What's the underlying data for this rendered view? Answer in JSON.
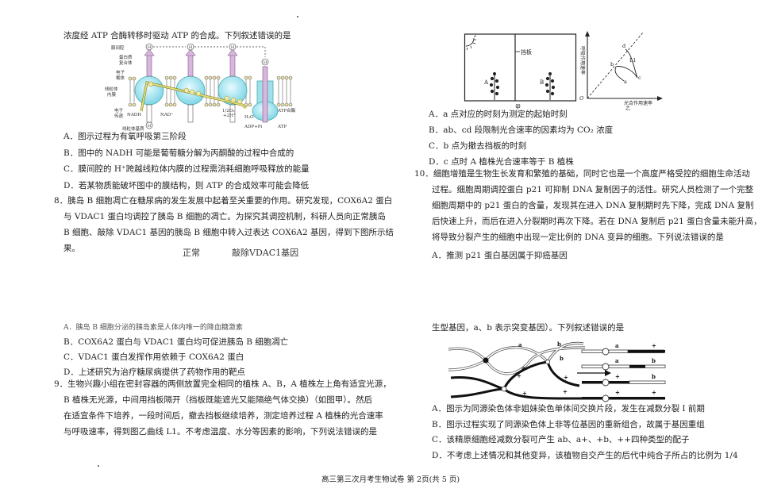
{
  "page": {
    "footer": "高三第三次月考生物试卷   第 2页(共 5 页)"
  },
  "left": {
    "q7_tail": "浓度经 ATP 合酶转移时驱动 ATP 的合成。下列叙述错误的是",
    "fig7": {
      "labels": {
        "intermembrane": "膜间腔",
        "protein_complex_1": "蛋白质",
        "protein_complex_2": "复合体",
        "carrier_1": "电子",
        "carrier_2": "载体",
        "inner_membrane_1": "线粒体",
        "inner_membrane_2": "内膜",
        "transfer_1": "电子",
        "transfer_2": "传递",
        "matrix": "线粒体基质",
        "nadh": "NADH",
        "nad": "NAD⁺",
        "o2": "1/2O₂",
        "h2": "+2H⁺",
        "h2o": "H₂O",
        "atp_synthase": "ATP合酶",
        "adp": "ADP+Pi",
        "atp": "ATP",
        "h": "H⁺"
      }
    },
    "q7_options": [
      "A．图示过程为有氧呼吸第三阶段",
      "B．图中的 NADH 可能是葡萄糖分解为丙酮酸的过程中合成的",
      "C．膜间腔的 H⁺跨越线粒体内膜的过程需消耗细胞呼吸释放的能量",
      "D．若某物质能破坏图中的膜结构，则 ATP 的合成效率可能会降低"
    ],
    "q8_lines": [
      "8．胰岛 B 细胞凋亡在糖尿病的发生发展中起着至关重要的作用。研究发现，COX6A2 蛋白",
      "与 VDAC1 蛋白均调控了胰岛 B 细胞的凋亡。为探究其调控机制，科研人员向正常胰岛",
      "B 细胞、敲除 VDAC1 基因的胰岛 B 细胞中转入过表达 COX6A2 基因，得到下图所示结",
      "果。"
    ],
    "q8_figure_headers": [
      "正常",
      "敲除VDAC1基因"
    ],
    "q8_options": [
      "A．胰岛 B 细胞分泌的胰岛素是人体内唯一的降血糖激素",
      "B．COX6A2 蛋白与 VDAC1 蛋白均可促进胰岛 B 细胞凋亡",
      "C．VDAC1 蛋白发挥作用依赖于 COX6A2 蛋白",
      "D．上述研究为治疗糖尿病提供了药物作用的靶点"
    ],
    "q9_lines": [
      "9．生物兴趣小组在密封容器的两侧放置完全相同的植株 A、B，A 植株左上角有适宜光源，",
      "B 植株无光源，中间用挡板隔开（挡板既能遮光又能隔绝气体交换）（如图甲）。然后",
      "在适宜条件下培养，一段时间后，撤去挡板继续培养，测定培养过程 A 植株的光合速率",
      "与呼吸速率，得到图乙曲线 L1。不考虑温度、水分等因素的影响，下列说法错误的是"
    ]
  },
  "right": {
    "fig9": {
      "jia_label": "甲",
      "yi_label": "乙",
      "partition_label": "挡板",
      "plant_a": "A",
      "plant_b": "B",
      "y_axis": "呼吸作用速率",
      "x_axis": "光合作用速率",
      "origin": "O",
      "curve": "L1",
      "points": [
        "a",
        "b",
        "c",
        "d"
      ]
    },
    "q9_options": [
      "A．a 点对应的时刻为测定的起始时刻",
      "B．ab、cd 段限制光合速率的因素均为 CO₂ 浓度",
      "C．b 点为撤去挡板的时刻",
      "D．c 点时 A 植株光合速率等于 B 植株"
    ],
    "q10_lines": [
      "10．细胞增殖是生物生长发育和繁殖的基础，同时它也是一个高度严格受控的细胞生命活动",
      "过程。细胞周期调控蛋白 p21 可抑制 DNA 复制因子的活性。研究人员检测了一个完整",
      "细胞周期中的 p21  蛋白的含量，发现其在进入 DNA  复制期时先下降，完成 DNA 复制",
      "后快速上升，而后在进入分裂期时再次下降。若在 DNA 复制后 p21 蛋白含量未能升高，",
      "将导致分裂产生的细胞中出现一定比例的 DNA  变异的细胞。下列说法错误的是"
    ],
    "q10_option_a": "A．推测 p21 蛋白基因属于抑癌基因",
    "q11_tail": "生型基因，a、b 表示突变基因）。下列叙述错误的是",
    "fig11": {
      "labels_left": [
        "a",
        "b",
        "b",
        "a",
        "+",
        "+",
        "+",
        "+"
      ],
      "rows": [
        {
          "left": "a",
          "right": "+"
        },
        {
          "left": "a",
          "right": "b"
        },
        {
          "left": "+",
          "right": "b"
        },
        {
          "left": "+",
          "right": "+"
        }
      ]
    },
    "q11_options": [
      "A．图示为同源染色体非姐妹染色单体间交换片段，发生在减数分裂 I 前期",
      "B．图示过程实现了同源染色体上非等位基因的重新组合，故属于基因重组",
      "C．该精原细胞经减数分裂可产生  ab、a+、+b、++四种类型的配子",
      "D．不考虑上述情况和其他变异，该植物自交产生的后代中纯合子所占的比例为  1/4"
    ]
  }
}
